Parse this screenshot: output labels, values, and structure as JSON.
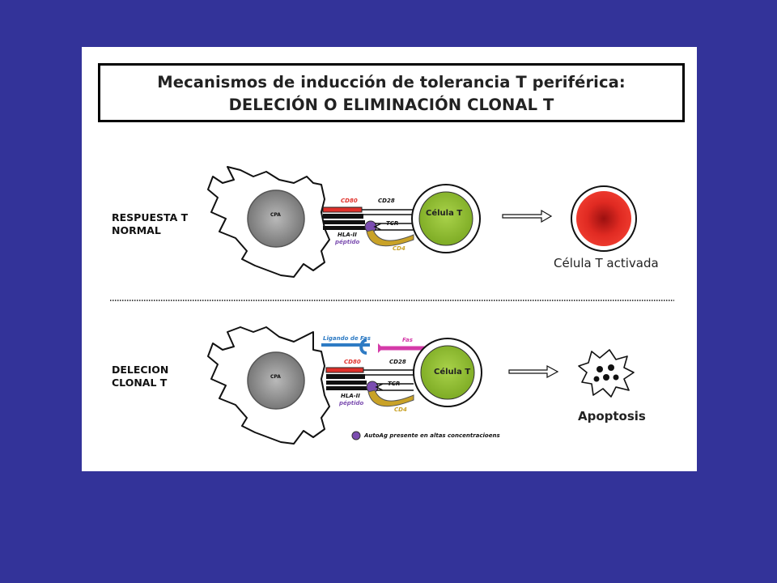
{
  "title": {
    "line1": "Mecanismos de inducción de tolerancia T periférica:",
    "line2": "DELECIÓN O ELIMINACIÓN CLONAL T"
  },
  "top_row": {
    "label_line1": "RESPUESTA  T",
    "label_line2": "NORMAL",
    "apc": "CPA",
    "cd80": "CD80",
    "cd28": "CD28",
    "tcr": "TCR",
    "hla": "HLA-II",
    "peptide": "péptido",
    "cd4": "CD4",
    "tcell": "Célula T",
    "result": "Célula T activada"
  },
  "bottom_row": {
    "label_line1": "DELECION",
    "label_line2": "CLONAL T",
    "apc": "CPA",
    "fasl": "Ligando de Fas",
    "fas": "Fas",
    "cd80": "CD80",
    "cd28": "CD28",
    "tcr": "TCR",
    "hla": "HLA-II",
    "peptide": "péptido",
    "cd4": "CD4",
    "tcell": "Célula T",
    "result": "Apoptosis",
    "legend": "AutoAg presente en altas concentracioens"
  },
  "colors": {
    "background": "#333399",
    "cd80": "#e0312b",
    "fas": "#d43aa8",
    "fasl": "#2e7bc4",
    "peptide": "#7b4db0",
    "cd4": "#c9a227",
    "tcell_fill": "#8fbf2e",
    "activated": "#e8322a",
    "apc_nucleus": "#8a8a8a"
  }
}
